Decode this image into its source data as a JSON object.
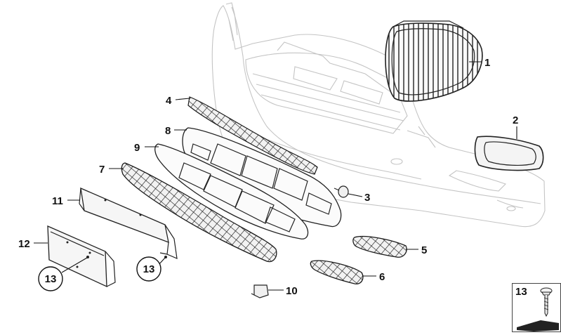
{
  "diagram": {
    "callouts": [
      {
        "id": "p1",
        "label": "1"
      },
      {
        "id": "p2",
        "label": "2"
      },
      {
        "id": "p3",
        "label": "3"
      },
      {
        "id": "p4",
        "label": "4"
      },
      {
        "id": "p5",
        "label": "5"
      },
      {
        "id": "p6",
        "label": "6"
      },
      {
        "id": "p7",
        "label": "7"
      },
      {
        "id": "p8",
        "label": "8"
      },
      {
        "id": "p9",
        "label": "9"
      },
      {
        "id": "p10",
        "label": "10"
      },
      {
        "id": "p11",
        "label": "11"
      },
      {
        "id": "p12",
        "label": "12"
      },
      {
        "id": "p13a",
        "label": "13"
      },
      {
        "id": "p13b",
        "label": "13"
      }
    ],
    "legend": {
      "label": "13"
    }
  }
}
